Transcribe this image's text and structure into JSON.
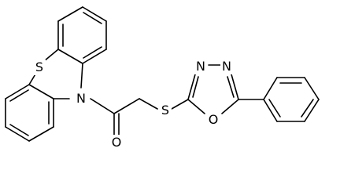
{
  "figure": {
    "type": "chemical-structure",
    "atoms": {
      "s_phenothiazine": "S",
      "n_phenothiazine": "N",
      "o_carbonyl": "O",
      "s_thioether": "S",
      "n_oxadiazole_left": "N",
      "n_oxadiazole_right": "N",
      "o_oxadiazole": "O"
    }
  }
}
